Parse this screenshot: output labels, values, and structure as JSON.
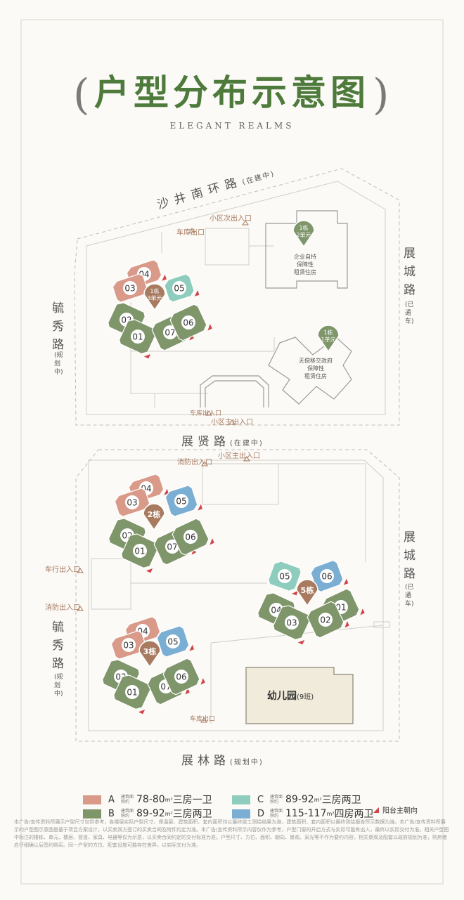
{
  "header": {
    "title": "户型分布示意图",
    "subtitle": "ELEGANT REALMS"
  },
  "roads": {
    "top_north": "沙井南环路",
    "top_north_status": "(在建中)",
    "top_east": "展城路",
    "top_east_status": "(已通车)",
    "top_west": "毓秀路",
    "top_west_status": "(规划中)",
    "middle": "展贤路",
    "middle_status": "(在建中)",
    "bottom_east": "展城路",
    "bottom_east_status": "(已通车)",
    "bottom_west": "毓秀路",
    "bottom_west_status": "(规划中)",
    "bottom": "展林路",
    "bottom_status": "(规划中)"
  },
  "entrances": {
    "top_secondary": "小区次出入口",
    "top_garage": "车库出口",
    "top_garage_entrance": "车库出入口",
    "top_main": "小区主出入口",
    "bottom_fire_top": "消防出入口",
    "bottom_main": "小区主出入口",
    "bottom_vehicle": "车行出入口",
    "bottom_fire_left": "消防出入口",
    "bottom_garage": "车库出口"
  },
  "buildings": {
    "b1_2": {
      "label": "1栋\n2单元",
      "line1": "1栋",
      "line2": "2单元",
      "desc1": "企业自持",
      "desc2": "保障性",
      "desc3": "租赁住房"
    },
    "b1_1": {
      "line1": "1栋",
      "line2": "1单元",
      "desc1": "无偿移交政府",
      "desc2": "保障性",
      "desc3": "租赁住房"
    },
    "b1_3": {
      "line1": "1栋",
      "line2": "3单元"
    },
    "b2": {
      "label": "2栋"
    },
    "b3": {
      "label": "3栋"
    },
    "b5": {
      "label": "5栋"
    },
    "kindergarten": {
      "name": "幼儿园",
      "classes": "(9班)"
    }
  },
  "unit_numbers": [
    "01",
    "02",
    "03",
    "04",
    "05",
    "06",
    "07"
  ],
  "legend": [
    {
      "letter": "A",
      "small": "建筑面积约",
      "area": "78-80",
      "unit": "m²",
      "desc": "三房一卫",
      "color": "#d99a8a"
    },
    {
      "letter": "B",
      "small": "建筑面积约",
      "area": "89-92",
      "unit": "m²",
      "desc": "三房两卫",
      "color": "#7f956a"
    },
    {
      "letter": "C",
      "small": "建筑面积约",
      "area": "89-92",
      "unit": "m²",
      "desc": "三房两卫",
      "color": "#8ecdbd"
    },
    {
      "letter": "D",
      "small": "建筑面积约",
      "area": "115-117",
      "unit": "m²",
      "desc": "四房两卫",
      "color": "#7aaed3"
    }
  ],
  "legend_balcony": "阳台主朝向",
  "colors": {
    "A": "#d99a8a",
    "B": "#7f956a",
    "C": "#8ecdbd",
    "D": "#7aaed3",
    "marker": "#a87a60",
    "marker_green": "#7f956a",
    "title": "#4e7a3c",
    "red_tri": "#d0444b"
  },
  "disclaimer": "本广告/宣传资料所展示户型尺寸仅供参考，各楼层实际户型尺寸、保温层、建筑面积、套内面积均以最终竣工测绘结果为准，建筑面积、套内面积以最终测绘报告所示数据为准。本广告/宣传资料所展示的户型图示意图是基于项目方案设计，以买卖双方签订的买卖合同及附件约定为准。本广告/宣传资料所示内容仅作为参考，户型门窗的开启方式与实际可能有出入，最终以实际交付为准。相关户型图中标注的楼栋、单元、楼层、管道、家具、电器等仅为示意，以买卖合同约定的交付标准为准。户型尺寸、方位、面积、朝向、景观、采光等不作为要约内容，相关景观及配套以政府规划为准，购房者应仔细确认后签约购买。同一户型的方位、配套设施可能存在差异，以实际交付为准。"
}
